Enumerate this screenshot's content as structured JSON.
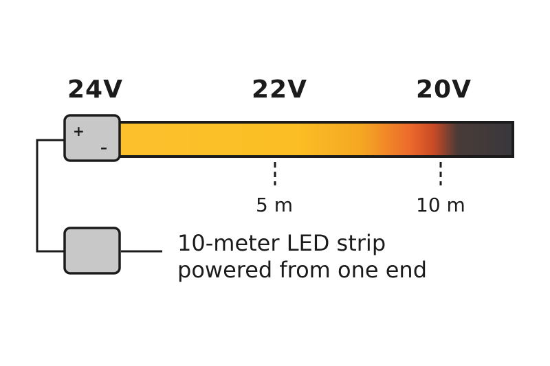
{
  "voltages": {
    "start": "24V",
    "middle": "22V",
    "end": "20V"
  },
  "distances": {
    "five": "5 m",
    "ten": "10 m"
  },
  "connector": {
    "plus": "+",
    "minus": "–"
  },
  "caption": {
    "line1": "10-meter LED strip",
    "line2": "powered from one end"
  },
  "colors": {
    "strip_bright": "#fbbf24",
    "strip_warm": "#f59e0b",
    "strip_orange": "#e8632a",
    "strip_dark": "#3a3a3e",
    "box_fill": "#c8c8c8",
    "outline": "#1b1b1b"
  }
}
